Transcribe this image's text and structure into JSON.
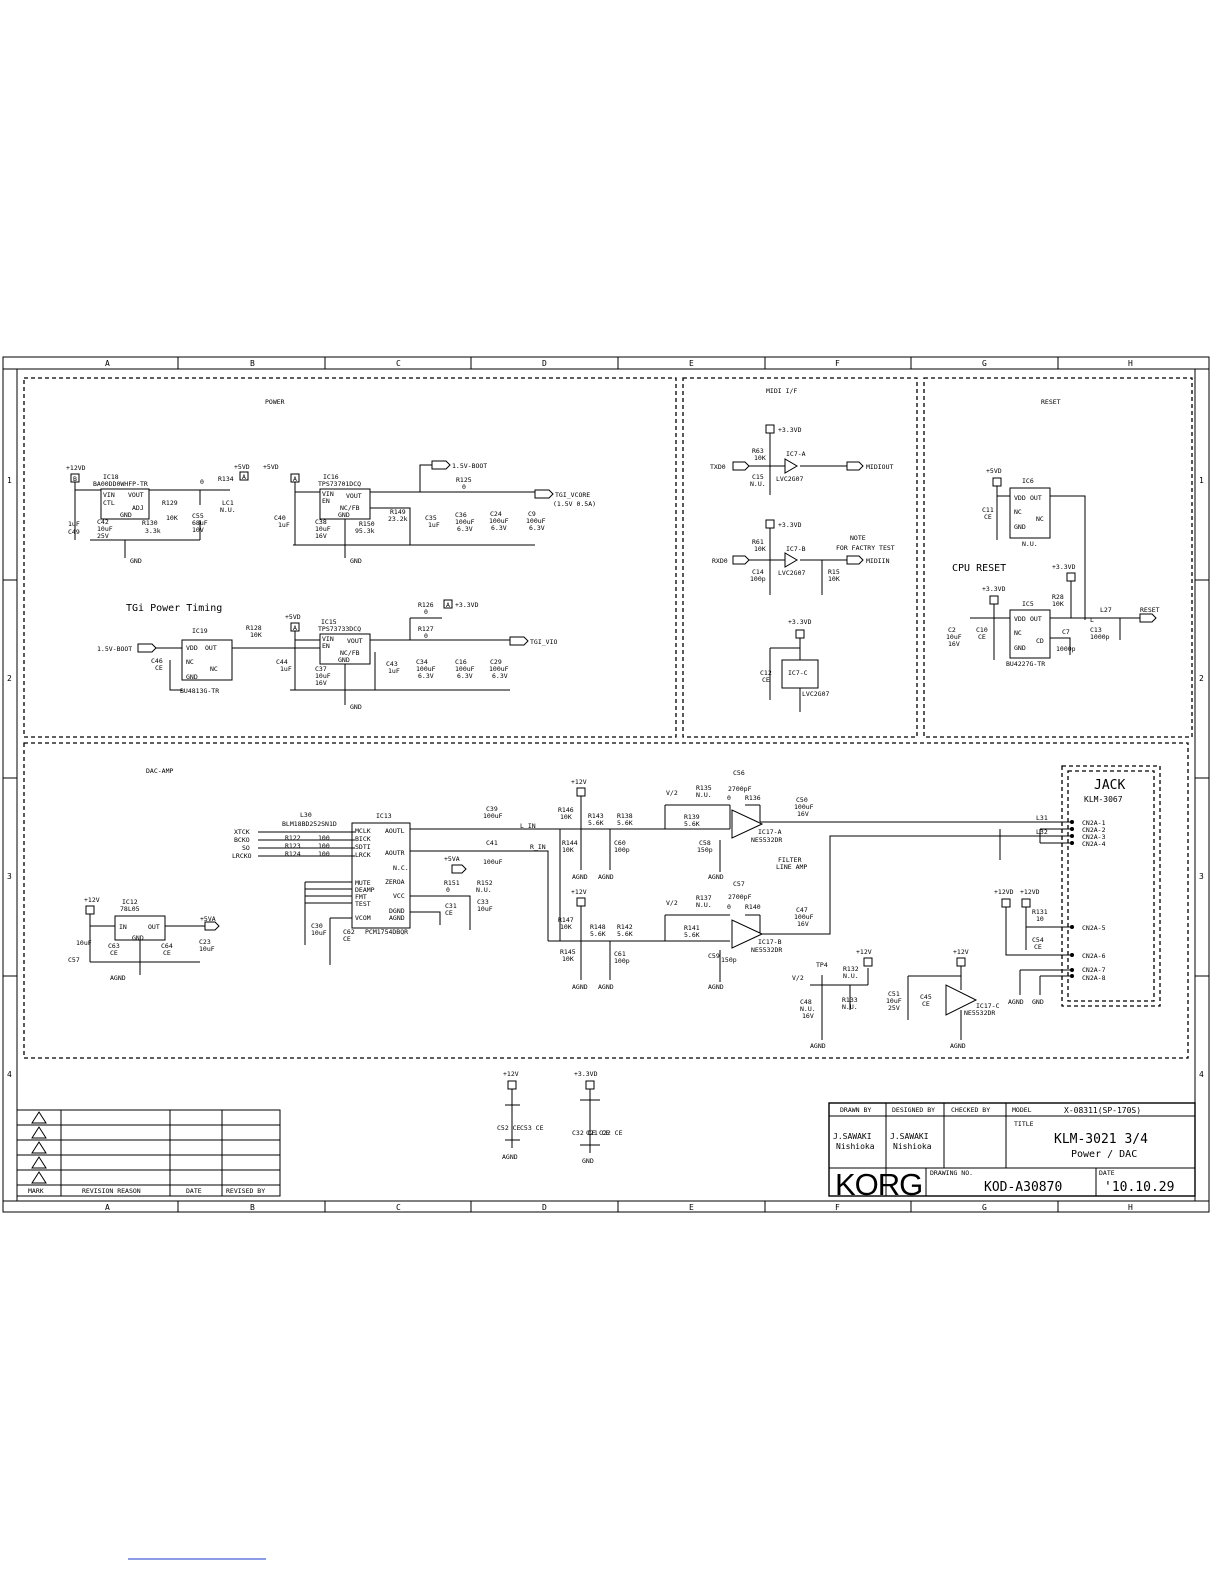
{
  "grid": {
    "columns": [
      "A",
      "B",
      "C",
      "D",
      "E",
      "F",
      "G",
      "H"
    ],
    "rows": [
      "1",
      "2",
      "3",
      "4"
    ]
  },
  "sections": {
    "power": "POWER",
    "midi": "MIDI I/F",
    "reset": "RESET",
    "dac_amp": "DAC-AMP",
    "tgi_timing": "TGi Power Timing",
    "cpu_reset": "CPU RESET",
    "filter": "FILTER",
    "line_amp": "LINE AMP",
    "note": "NOTE",
    "note2": "FOR FACTRY TEST"
  },
  "power": {
    "ic18": "IC18",
    "ic18_part": "BA00DD0WHFP-TR",
    "ic18_pins": [
      "VIN",
      "CTL",
      "VOUT",
      "ADJ",
      "GND"
    ],
    "ic16": "IC16",
    "ic16_part": "TPS73701DCQ",
    "ic16_pins": [
      "VIN",
      "EN",
      "VOUT",
      "NC/FB",
      "GND"
    ],
    "ic19": "IC19",
    "ic19_part": "BU4813G-TR",
    "ic19_pins": [
      "VDD",
      "OUT",
      "NC",
      "NC",
      "GND"
    ],
    "ic15": "IC15",
    "ic15_part": "TPS73733DCQ",
    "ic15_pins": [
      "VIN",
      "EN",
      "VOUT",
      "NC/FB",
      "GND"
    ],
    "rails": [
      "+12VD",
      "+5VD",
      "+5VD",
      "+5VD",
      "+3.3VD"
    ],
    "flags": [
      "B",
      "A",
      "A",
      "A",
      "A"
    ],
    "nets": [
      "1.5V-BOOT",
      "TGI_VCORE",
      "(1.5V 0.5A)",
      "1.5V-BOOT",
      "TGI_VIO",
      "GND",
      "GND",
      "GND"
    ],
    "parts": [
      {
        "ref": "C49",
        "val": "1uF"
      },
      {
        "ref": "C42",
        "val": "10uF"
      },
      {
        "ref": "R129",
        "val": "10K"
      },
      {
        "ref": "R130",
        "val": "3.3k"
      },
      {
        "ref": "C55",
        "val": "68uF"
      },
      {
        "ref": "R134",
        "val": "0"
      },
      {
        "ref": "LC1",
        "val": "N.U."
      },
      {
        "ref": "C40",
        "val": "1uF"
      },
      {
        "ref": "C38",
        "val": "10uF"
      },
      {
        "ref": "R150",
        "val": "95.3k"
      },
      {
        "ref": "R149",
        "val": "23.2k"
      },
      {
        "ref": "C35",
        "val": "1uF"
      },
      {
        "ref": "C36",
        "val": "100uF"
      },
      {
        "ref": "C24",
        "val": "100uF"
      },
      {
        "ref": "C9",
        "val": "100uF"
      },
      {
        "ref": "R125",
        "val": "0"
      },
      {
        "ref": "R128",
        "val": "10K"
      },
      {
        "ref": "C46",
        "val": "CE"
      },
      {
        "ref": "C44",
        "val": "1uF"
      },
      {
        "ref": "C37",
        "val": "10uF"
      },
      {
        "ref": "R126",
        "val": "0"
      },
      {
        "ref": "R127",
        "val": "0"
      },
      {
        "ref": "C43",
        "val": "1uF"
      },
      {
        "ref": "C34",
        "val": "100uF"
      },
      {
        "ref": "C16",
        "val": "100uF"
      },
      {
        "ref": "C29",
        "val": "100uF"
      }
    ],
    "voltages": [
      "25V",
      "10V",
      "16V",
      "6.3V",
      "6.3V",
      "6.3V",
      "16V",
      "6.3V",
      "6.3V",
      "6.3V"
    ]
  },
  "midi": {
    "txd": "TXD0",
    "rxd": "RXD0",
    "midiout": "MIDIOUT",
    "midiin": "MIDIIN",
    "rail": "+3.3VD",
    "gates": [
      "IC7-A",
      "IC7-B",
      "IC7-C"
    ],
    "gate_part": "LVC2G07",
    "parts": [
      {
        "ref": "R63",
        "val": "10K"
      },
      {
        "ref": "C15",
        "val": "N.U."
      },
      {
        "ref": "R61",
        "val": "10K"
      },
      {
        "ref": "C14",
        "val": "100p"
      },
      {
        "ref": "R15",
        "val": "10K"
      },
      {
        "ref": "C12",
        "val": "CE"
      }
    ]
  },
  "reset": {
    "ic6": "IC6",
    "ic6_nu": "N.U.",
    "ic5": "IC5",
    "ic5_part": "BU4227G-TR",
    "pins": [
      "VDD",
      "OUT",
      "NC",
      "NC",
      "GND",
      "CD"
    ],
    "rails": [
      "+5VD",
      "+3.3VD",
      "+3.3VD"
    ],
    "reset_net": "RESET",
    "parts": [
      {
        "ref": "C11",
        "val": "CE"
      },
      {
        "ref": "C2",
        "val": "10uF"
      },
      {
        "ref": "C10",
        "val": "CE"
      },
      {
        "ref": "C7",
        "val": "1000p"
      },
      {
        "ref": "R28",
        "val": "10K"
      },
      {
        "ref": "L27",
        "val": "L"
      },
      {
        "ref": "C13",
        "val": "1000p"
      }
    ],
    "volt": "16V"
  },
  "dac": {
    "l30": "L30",
    "l30_part": "BLM18BD252SN1D",
    "ic13": "IC13",
    "ic13_part": "PCM1754DBQR",
    "inputs": [
      "XTCK",
      "BCKO",
      "SO",
      "LRCKO"
    ],
    "resistors": [
      {
        "ref": "R122",
        "val": "100"
      },
      {
        "ref": "R123",
        "val": "100"
      },
      {
        "ref": "R124",
        "val": "100"
      }
    ],
    "pins_left": [
      "MCLK",
      "BICK",
      "SDTI",
      "LRCK",
      "MUTE",
      "DEAMP",
      "FMT",
      "TEST",
      "VCOM"
    ],
    "pins_right": [
      "AOUTL",
      "AOUTR",
      "N.C.",
      "ZEROA",
      "VCC",
      "DGND",
      "AGND"
    ],
    "ic12": "IC12",
    "ic12_part": "78L05",
    "ic12_pins": [
      "IN",
      "OUT",
      "GND"
    ],
    "rails": [
      "+12V",
      "+5VA",
      "+5VA"
    ],
    "nets": [
      "L_IN",
      "R_IN"
    ],
    "parts": [
      {
        "ref": "C39",
        "val": "100uF"
      },
      {
        "ref": "C41",
        "val": "100uF"
      },
      {
        "ref": "R151",
        "val": "0"
      },
      {
        "ref": "R152",
        "val": "N.U."
      },
      {
        "ref": "C31",
        "val": "CE"
      },
      {
        "ref": "C33",
        "val": "10uF"
      },
      {
        "ref": "C30",
        "val": "10uF"
      },
      {
        "ref": "C62",
        "val": "CE"
      },
      {
        "ref": "C57",
        "val": "10uF"
      },
      {
        "ref": "C63",
        "val": "CE"
      },
      {
        "ref": "C64",
        "val": "CE"
      },
      {
        "ref": "C23",
        "val": "10uF"
      }
    ],
    "agnd": "AGND"
  },
  "amp": {
    "rails": [
      "+12V",
      "+12V",
      "+12V",
      "+12V"
    ],
    "vref": "V/2",
    "opamps": [
      "IC17-A",
      "IC17-B",
      "IC17-C"
    ],
    "opamp_part": "NE5532DR",
    "parts": [
      {
        "ref": "R146",
        "val": "10K"
      },
      {
        "ref": "R143",
        "val": "5.6K"
      },
      {
        "ref": "R138",
        "val": "5.6K"
      },
      {
        "ref": "R144",
        "val": "10K"
      },
      {
        "ref": "C60",
        "val": "100p"
      },
      {
        "ref": "C56",
        "val": "2700pF"
      },
      {
        "ref": "R135",
        "val": "N.U."
      },
      {
        "ref": "R136",
        "val": "0"
      },
      {
        "ref": "R139",
        "val": "5.6K"
      },
      {
        "ref": "C58",
        "val": "150p"
      },
      {
        "ref": "C50",
        "val": "100uF"
      },
      {
        "ref": "R147",
        "val": "10K"
      },
      {
        "ref": "R148",
        "val": "5.6K"
      },
      {
        "ref": "R142",
        "val": "5.6K"
      },
      {
        "ref": "R145",
        "val": "10K"
      },
      {
        "ref": "C61",
        "val": "100p"
      },
      {
        "ref": "C57",
        "val": "2700pF"
      },
      {
        "ref": "R137",
        "val": "N.U."
      },
      {
        "ref": "R140",
        "val": "0"
      },
      {
        "ref": "R141",
        "val": "5.6K"
      },
      {
        "ref": "C59",
        "val": "150p"
      },
      {
        "ref": "C47",
        "val": "100uF"
      },
      {
        "ref": "TP4",
        "val": ""
      },
      {
        "ref": "R132",
        "val": "N.U."
      },
      {
        "ref": "R133",
        "val": "N.U."
      },
      {
        "ref": "C48",
        "val": "N.U."
      },
      {
        "ref": "C51",
        "val": "10uF"
      },
      {
        "ref": "C45",
        "val": "CE"
      }
    ],
    "volts": [
      "16V",
      "16V",
      "16V",
      "25V"
    ]
  },
  "jack": {
    "title": "JACK",
    "part": "KLM-3067",
    "inductors": [
      "L31",
      "L32"
    ],
    "pins": [
      "CN2A-1",
      "CN2A-2",
      "CN2A-3",
      "CN2A-4",
      "CN2A-5",
      "CN2A-6",
      "CN2A-7",
      "CN2A-8"
    ],
    "rails": [
      "+12VD",
      "+12VD"
    ],
    "parts": [
      {
        "ref": "R131",
        "val": "10"
      },
      {
        "ref": "C54",
        "val": "CE"
      }
    ],
    "gnds": [
      "AGND",
      "GND"
    ]
  },
  "bypass": {
    "rail_a": "+12V",
    "rail_b": "+3.3VD",
    "caps_a": [
      "C52 CE",
      "C53 CE"
    ],
    "caps_b": [
      "C32 CE",
      "C21 CE",
      "C22 CE"
    ],
    "gnd_a": "AGND",
    "gnd_b": "GND"
  },
  "revision": {
    "headers": [
      "MARK",
      "REVISION REASON",
      "DATE",
      "REVISED BY"
    ]
  },
  "title_block": {
    "drawn_by_label": "DRAWN BY",
    "designed_by_label": "DESIGNED BY",
    "checked_by_label": "CHECKED BY",
    "model_label": "MODEL",
    "model": "X-08311(SP-170S)",
    "drawn_by": "J.SAWAKI",
    "drawn_by2": "Nishioka",
    "designed_by": "J.SAWAKI",
    "designed_by2": "Nishioka",
    "title_label": "TITLE",
    "title": "KLM-3021 3/4",
    "subtitle": "Power / DAC",
    "logo": "KORG",
    "drawing_no_label": "DRAWING NO.",
    "drawing_no": "KOD-A30870",
    "date_label": "DATE",
    "date": "'10.10.29"
  }
}
